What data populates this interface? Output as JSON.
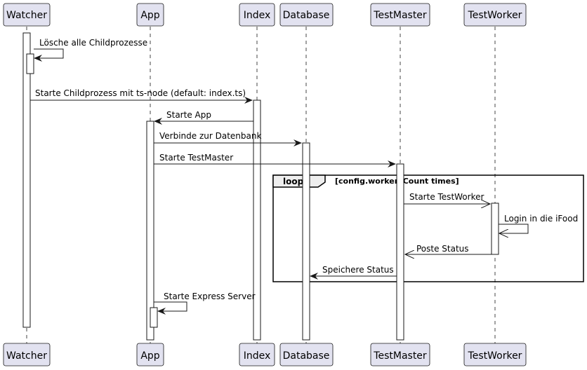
{
  "colors": {
    "participant_fill": "#e2e2f0",
    "participant_stroke": "#181818",
    "lifeline": "#181818",
    "activation_fill": "#ffffff",
    "loop_header_fill": "#eeeeee"
  },
  "participants": [
    {
      "id": "watcher",
      "label": "Watcher"
    },
    {
      "id": "app",
      "label": "App"
    },
    {
      "id": "index",
      "label": "Index"
    },
    {
      "id": "database",
      "label": "Database"
    },
    {
      "id": "testmaster",
      "label": "TestMaster"
    },
    {
      "id": "testworker",
      "label": "TestWorker"
    }
  ],
  "messages": [
    {
      "id": "m1",
      "from": "watcher",
      "to": "watcher",
      "label": "Lösche alle Childprozesse",
      "style": "self"
    },
    {
      "id": "m2",
      "from": "watcher",
      "to": "index",
      "label": "Starte Childprozess mit ts-node (default: index.ts)",
      "style": "sync"
    },
    {
      "id": "m3",
      "from": "index",
      "to": "app",
      "label": "Starte App",
      "style": "sync"
    },
    {
      "id": "m4",
      "from": "app",
      "to": "database",
      "label": "Verbinde zur Datenbank",
      "style": "sync"
    },
    {
      "id": "m5",
      "from": "app",
      "to": "testmaster",
      "label": "Starte TestMaster",
      "style": "sync"
    },
    {
      "id": "m6",
      "from": "testmaster",
      "to": "testworker",
      "label": "Starte TestWorker",
      "style": "async"
    },
    {
      "id": "m7",
      "from": "testworker",
      "to": "testworker",
      "label": "Login in die iFood",
      "style": "self-async"
    },
    {
      "id": "m8",
      "from": "testworker",
      "to": "testmaster",
      "label": "Poste Status",
      "style": "async"
    },
    {
      "id": "m9",
      "from": "testmaster",
      "to": "database",
      "label": "Speichere Status",
      "style": "sync"
    },
    {
      "id": "m10",
      "from": "app",
      "to": "app",
      "label": "Starte Express Server",
      "style": "self"
    }
  ],
  "loop": {
    "keyword": "loop",
    "guard": "[config.workersCount times]"
  }
}
